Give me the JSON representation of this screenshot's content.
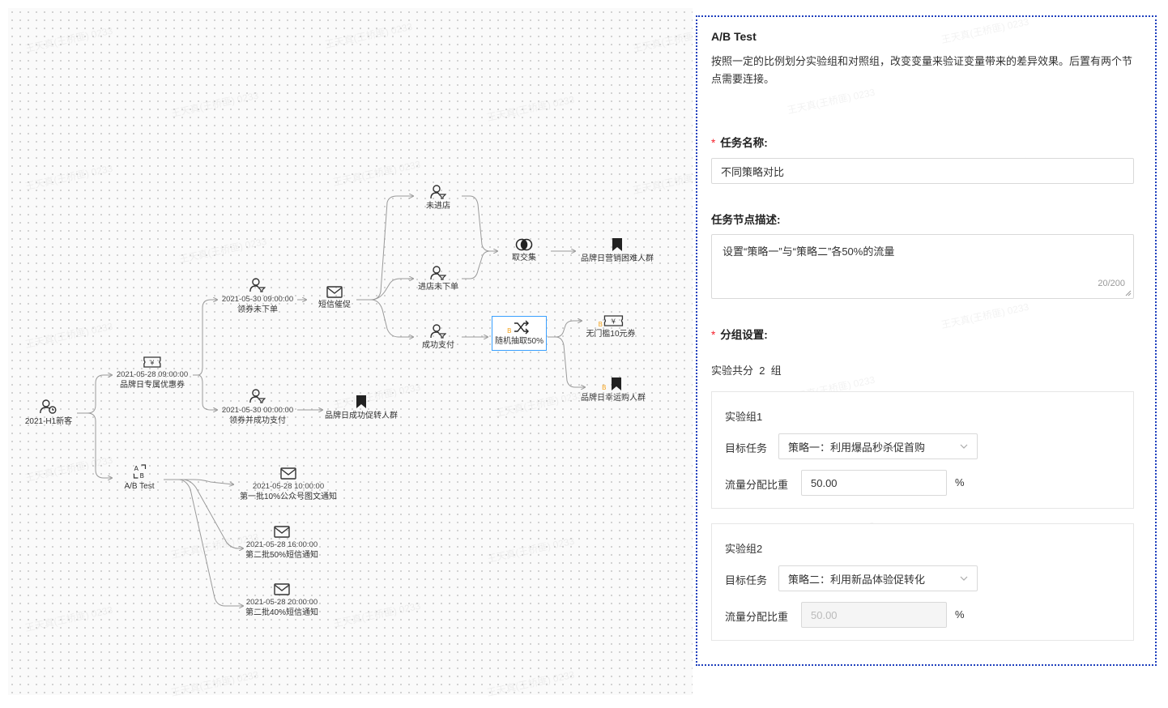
{
  "canvas": {
    "watermark": "王天真(王桥匪) 0233",
    "nodes": {
      "root": {
        "label": "2021-H1新客"
      },
      "coupon": {
        "time": "2021-05-28 09:00:00",
        "label": "品牌日专属优惠券"
      },
      "abtest": {
        "label": "A/B Test"
      },
      "notbuy": {
        "time": "2021-05-30 09:00:00",
        "label": "领券未下单"
      },
      "paid": {
        "time": "2021-05-30 00:00:00",
        "label": "领券并成功支付"
      },
      "sms_remind": {
        "label": "短信催促"
      },
      "convert_crowd": {
        "label": "品牌日成功促转人群"
      },
      "not_visit": {
        "label": "未进店"
      },
      "visit_notbuy": {
        "label": "进店未下单"
      },
      "paid_success": {
        "label": "成功支付"
      },
      "intersect": {
        "label": "取交集"
      },
      "hard_crowd": {
        "label": "品牌日营销困难人群"
      },
      "random": {
        "label": "随机抽取50%"
      },
      "free_coupon": {
        "label": "无门槛10元券"
      },
      "lucky_crowd": {
        "label": "品牌日幸运购人群"
      },
      "notify1": {
        "time": "2021-05-28 10:00:00",
        "label": "第一批10%公众号图文通知"
      },
      "notify2": {
        "time": "2021-05-28 16:00:00",
        "label": "第二批50%短信通知"
      },
      "notify3": {
        "time": "2021-05-28 20:00:00",
        "label": "第二批40%短信通知"
      }
    }
  },
  "panel": {
    "title": "A/B Test",
    "description": "按照一定的比例划分实验组和对照组，改变变量来验证变量带来的差异效果。后置有两个节点需要连接。",
    "required_mark": "*",
    "task_name": {
      "label": "任务名称:",
      "value": "不同策略对比"
    },
    "node_desc": {
      "label": "任务节点描述:",
      "value": "设置“策略一”与“策略二”各50%的流量",
      "count": "20/200"
    },
    "group_settings": {
      "label": "分组设置:",
      "total_text": "实验共分  2  组"
    },
    "groups": [
      {
        "title": "实验组1",
        "target_label": "目标任务",
        "target_value": "策略一：利用爆品秒杀促首购",
        "ratio_label": "流量分配比重",
        "ratio_value": "50.00",
        "unit": "%"
      },
      {
        "title": "实验组2",
        "target_label": "目标任务",
        "target_value": "策略二：利用新品体验促转化",
        "ratio_label": "流量分配比重",
        "ratio_value": "50.00",
        "unit": "%"
      }
    ]
  },
  "colors": {
    "accent": "#1e3fbd",
    "selected": "#3aa0ff",
    "icon_orange": "#f5a623",
    "required": "#f5222d"
  }
}
